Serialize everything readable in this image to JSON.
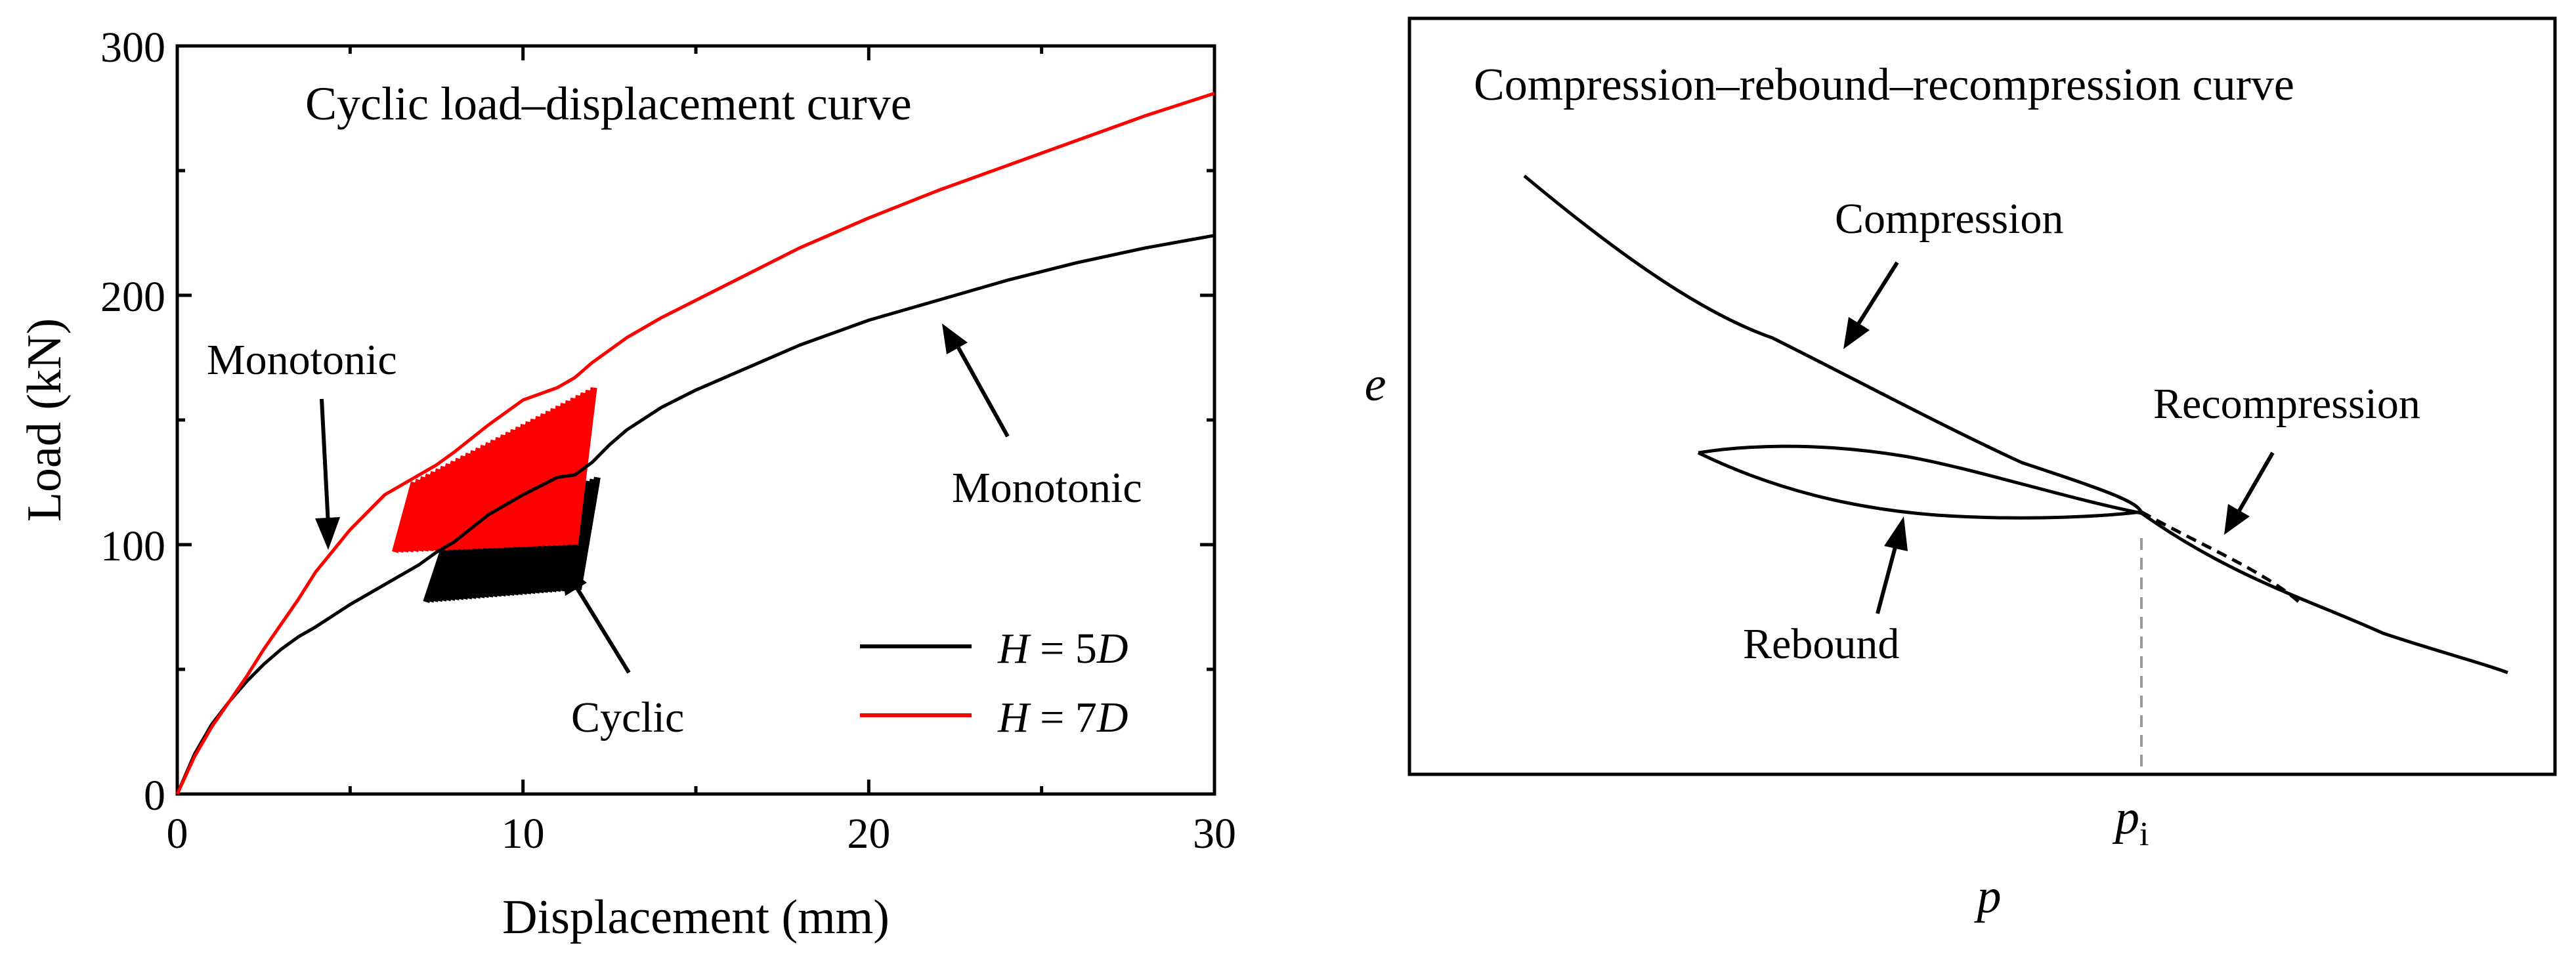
{
  "chart_data": [
    {
      "type": "line",
      "title": "",
      "annotation_title": "Cyclic load–displacement curve",
      "xlabel": "Displacement (mm)",
      "ylabel": "Load (kN)",
      "xlim": [
        0,
        30
      ],
      "ylim": [
        0,
        300
      ],
      "xticks": [
        "0",
        "10",
        "20",
        "30"
      ],
      "xtick_values": [
        0,
        10,
        20,
        30
      ],
      "yticks": [
        "0",
        "100",
        "200",
        "300"
      ],
      "ytick_values": [
        0,
        100,
        200,
        300
      ],
      "grid": false,
      "legend": {
        "placement": "bottom-right",
        "entries": [
          {
            "italic1": "H",
            "mid": " = 5",
            "italic2": "D",
            "color": "#000000"
          },
          {
            "italic1": "H",
            "mid": " = 7",
            "italic2": "D",
            "color": "#ff0000"
          }
        ]
      },
      "series": [
        {
          "legend": "H = 5D",
          "color": "#000000",
          "x": [
            0,
            0.5,
            1,
            1.5,
            2,
            2.5,
            3,
            3.5,
            4,
            5,
            6,
            7,
            7.5,
            8,
            9,
            10,
            11,
            11.5,
            12,
            12.5,
            13,
            14,
            15,
            16,
            18,
            20,
            22,
            24,
            26,
            28,
            30
          ],
          "y": [
            0,
            16,
            28,
            37,
            45,
            52,
            58,
            63,
            67,
            76,
            84,
            92,
            97,
            101,
            112,
            120,
            127,
            128,
            133,
            140,
            146,
            155,
            162,
            168,
            180,
            190,
            198,
            206,
            213,
            219,
            224
          ],
          "cyclic": {
            "x_start": 7.2,
            "x_end": 11.6,
            "y_low_start": 77,
            "y_low_end": 82,
            "y_high_start": 100,
            "y_high_end": 127
          }
        },
        {
          "legend": "H = 7D",
          "color": "#ff0000",
          "x": [
            0,
            0.5,
            1,
            1.5,
            2,
            2.5,
            3,
            3.5,
            4,
            5,
            6,
            7,
            7.5,
            8,
            9,
            10,
            11,
            11.5,
            12,
            13,
            14,
            15,
            16,
            18,
            20,
            22,
            24,
            26,
            28,
            30
          ],
          "y": [
            0,
            15,
            27,
            37,
            47,
            58,
            68,
            78,
            89,
            106,
            120,
            128,
            132,
            137,
            148,
            158,
            163,
            167,
            173,
            183,
            191,
            198,
            205,
            219,
            231,
            242,
            252,
            262,
            272,
            281
          ],
          "cyclic": {
            "x_start": 6.3,
            "x_end": 11.5,
            "y_low_start": 97,
            "y_low_end": 100,
            "y_high_start": 125,
            "y_high_end": 163
          }
        }
      ],
      "annotations": [
        {
          "text": "Monotonic",
          "target_series": "H = 7D"
        },
        {
          "text": "Monotonic",
          "target_series": "H = 5D"
        },
        {
          "text": "Cyclic",
          "target_series": "H = 5D"
        }
      ]
    },
    {
      "type": "line",
      "title": "",
      "annotation_title": "Compression–rebound–recompression curve",
      "xlabel": "p",
      "ylabel": "e",
      "xtick_label_main": "p",
      "xtick_label_sub": "i",
      "grid": false,
      "annotations": [
        "Compression",
        "Recompression",
        "Rebound"
      ]
    }
  ]
}
